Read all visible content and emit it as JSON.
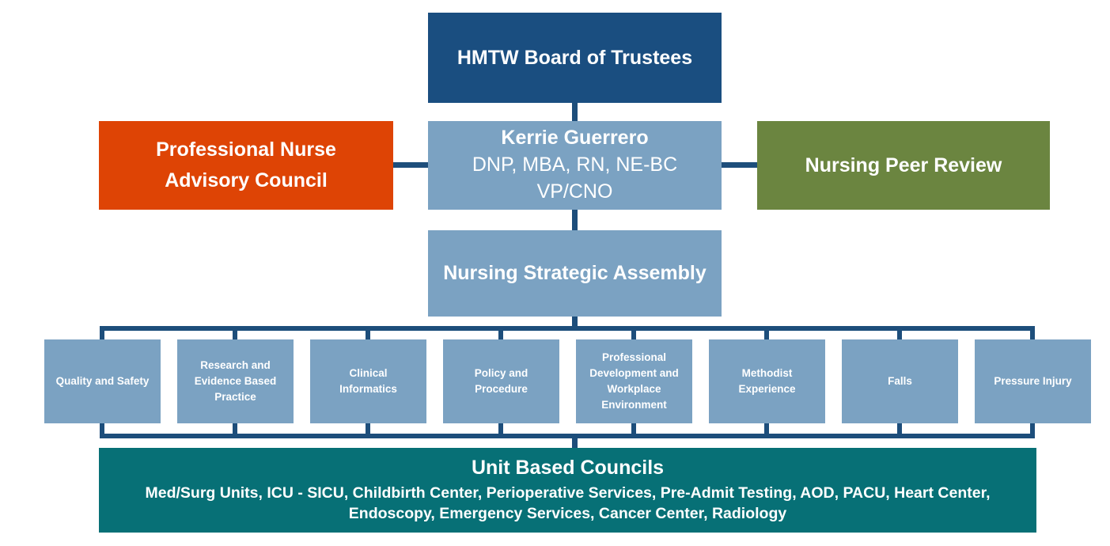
{
  "diagram": {
    "type": "organizational-chart",
    "board": "HMTW Board of Trustees",
    "executive": {
      "name": "Kerrie Guerrero",
      "credentials": "DNP, MBA, RN, NE-BC",
      "title": "VP/CNO"
    },
    "advisory_left": "Professional Nurse Advisory Council",
    "advisory_right": "Nursing Peer Review",
    "assembly": "Nursing Strategic Assembly",
    "councils": [
      "Quality and Safety",
      "Research and Evidence Based Practice",
      "Clinical Informatics",
      "Policy and Procedure",
      "Professional Development and Workplace Environment",
      "Methodist Experience",
      "Falls",
      "Pressure Injury"
    ],
    "unit_based": {
      "title": "Unit Based Councils",
      "units": "Med/Surg Units, ICU - SICU, Childbirth Center, Perioperative Services, Pre-Admit Testing, AOD, PACU, Heart Center, Endoscopy, Emergency Services, Cancer Center, Radiology"
    }
  },
  "colors": {
    "dark_blue": "#1a4e80",
    "line_blue": "#1d4e7b",
    "medium_blue": "#7ba2c2",
    "orange": "#de4405",
    "olive": "#6b8540",
    "teal": "#077076",
    "text": "#ffffff"
  }
}
